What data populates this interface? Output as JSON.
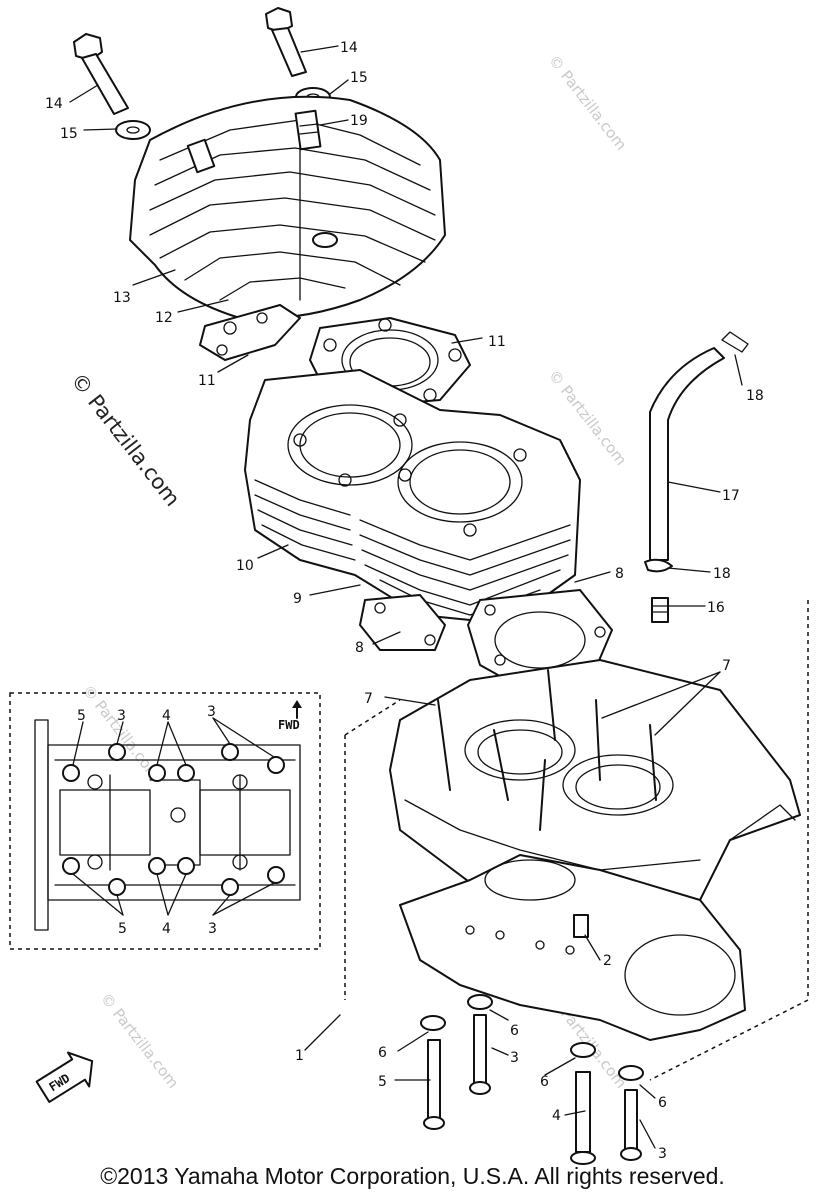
{
  "watermark": "© Partzilla.com",
  "copyright": "©2013 Yamaha Motor Corporation, U.S.A. All rights reserved.",
  "fwd_label": "FWD",
  "callouts": {
    "c14a": "14",
    "c14b": "14",
    "c15a": "15",
    "c15b": "15",
    "c19": "19",
    "c13": "13",
    "c12": "12",
    "c11a": "11",
    "c11b": "11",
    "c18a": "18",
    "c18b": "18",
    "c17": "17",
    "c10": "10",
    "c9": "9",
    "c8a": "8",
    "c8b": "8",
    "c16": "16",
    "c7a": "7",
    "c7b": "7",
    "c2": "2",
    "c1": "1",
    "c6a": "6",
    "c6b": "6",
    "c6c": "6",
    "c6d": "6",
    "c3a": "3",
    "c3b": "3",
    "c5": "5",
    "c4": "4"
  },
  "inset_callouts": {
    "t5": "5",
    "t3a": "3",
    "t4": "4",
    "t3b": "3",
    "b5": "5",
    "b4": "4",
    "b3": "3"
  }
}
